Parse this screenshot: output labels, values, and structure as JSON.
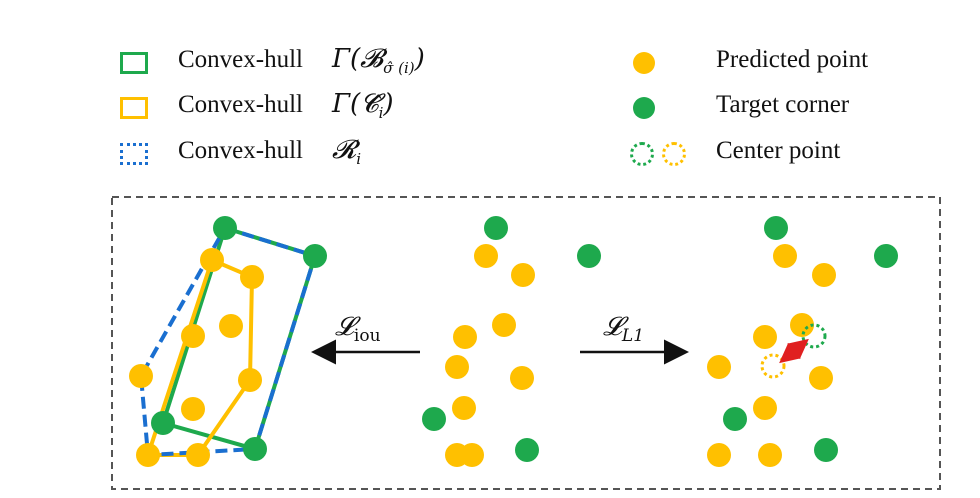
{
  "legend_left": [
    {
      "label": "Convex-hull",
      "symbol": "Γ(𝓑",
      "sub": "σ̂ (i)",
      "close": ")",
      "style": "green"
    },
    {
      "label": "Convex-hull",
      "symbol": "Γ(𝓒̂",
      "sub": "i",
      "close": ")",
      "style": "yellow"
    },
    {
      "label": "Convex-hull",
      "symbol": "𝓡",
      "sub": "i",
      "close": "",
      "style": "blue"
    }
  ],
  "legend_right": [
    {
      "label": "Predicted point"
    },
    {
      "label": "Target corner"
    },
    {
      "label": "Center point"
    }
  ],
  "arrows": {
    "left_label": "𝓛",
    "left_sub": "iou",
    "right_label": "𝓛",
    "right_sub": "L1"
  },
  "colors": {
    "predicted": "#ffc000",
    "target": "#1ea94d",
    "blue_hull": "#1a6fd0",
    "distance_arrow": "#e02020",
    "frame": "#555555"
  }
}
